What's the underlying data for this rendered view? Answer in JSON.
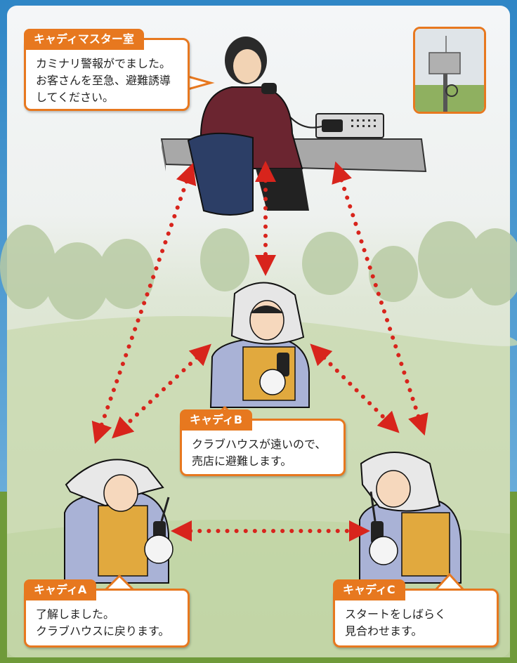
{
  "colors": {
    "accent_orange": "#e7781f",
    "arrow_red": "#d8241c",
    "sky": "#3a8fc9",
    "grass": "#a9c57a"
  },
  "master_room": {
    "title": "キャディマスター室",
    "message": "カミナリ警報がでました。\nお客さんを至急、避難誘導\nしてください。"
  },
  "caddie_b": {
    "title": "キャディB",
    "message": "クラブハウスが遠いので、\n売店に避難します。"
  },
  "caddie_a": {
    "title": "キャディA",
    "message": "了解しました。\nクラブハウスに戻ります。"
  },
  "caddie_c": {
    "title": "キャディC",
    "message": "スタートをしばらく\n見合わせます。"
  },
  "icons": [
    "radio-transmitter-icon",
    "walkie-talkie-icon",
    "lightning-sensor-photo"
  ]
}
